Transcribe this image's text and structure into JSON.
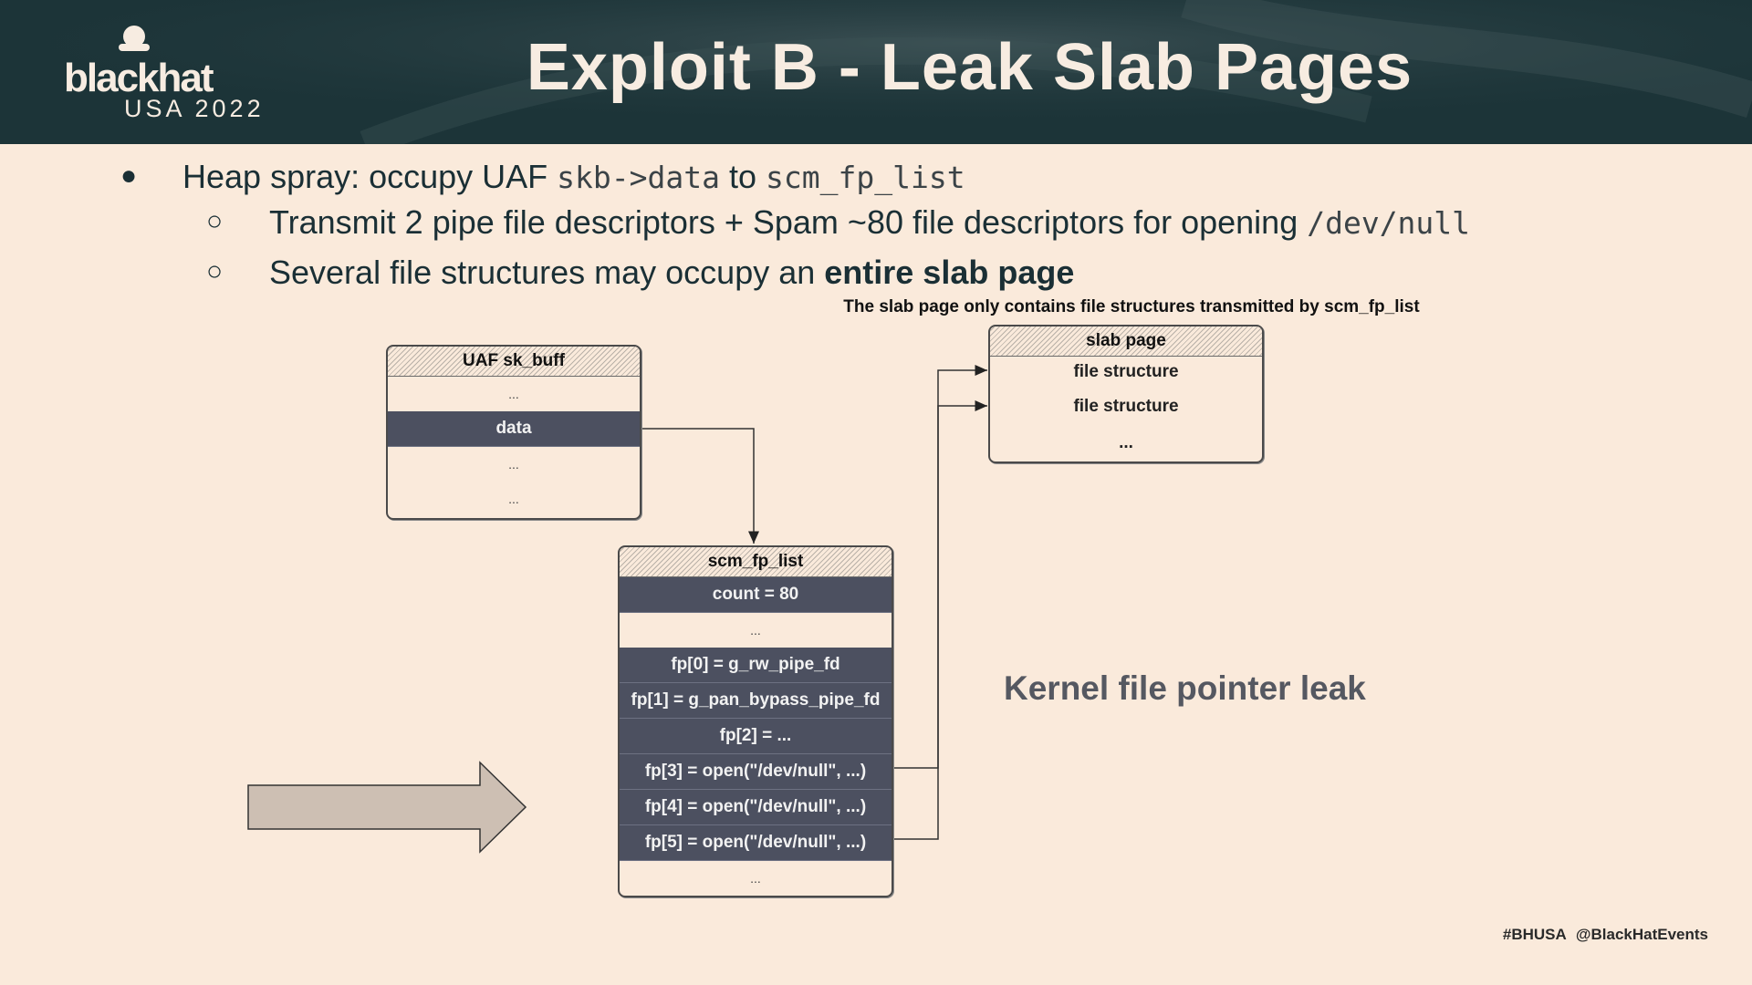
{
  "header": {
    "title": "Exploit B - Leak Slab Pages",
    "logo_text": "blackhat",
    "logo_subtext": "USA 2022"
  },
  "bullets": [
    {
      "level": 1,
      "parts": [
        {
          "text": "Heap spray: occupy UAF ",
          "style": "normal"
        },
        {
          "text": "skb->data",
          "style": "mono"
        },
        {
          "text": " to ",
          "style": "normal"
        },
        {
          "text": "scm_fp_list",
          "style": "mono"
        }
      ]
    },
    {
      "level": 2,
      "parts": [
        {
          "text": "Transmit 2 pipe file descriptors + Spam ~80 file descriptors for opening ",
          "style": "normal"
        },
        {
          "text": "/dev/null",
          "style": "mono"
        }
      ]
    },
    {
      "level": 2,
      "parts": [
        {
          "text": "Several file structures may occupy an ",
          "style": "normal"
        },
        {
          "text": "entire slab page",
          "style": "bold"
        }
      ]
    }
  ],
  "bullet_markers": {
    "level1": "●",
    "level2": "○"
  },
  "diagram": {
    "note": "The slab page only contains file structures transmitted by scm_fp_list",
    "uaf_box": {
      "title": "UAF sk_buff",
      "rows": [
        "...",
        "data",
        "...",
        "..."
      ]
    },
    "scm_box": {
      "title": "scm_fp_list",
      "rows": [
        "count = 80",
        "...",
        "fp[0] = g_rw_pipe_fd",
        "fp[1] = g_pan_bypass_pipe_fd",
        "fp[2] = ...",
        "fp[3] = open(\"/dev/null\", ...)",
        "fp[4] = open(\"/dev/null\", ...)",
        "fp[5] = open(\"/dev/null\", ...)",
        "..."
      ]
    },
    "slab_box": {
      "title": "slab page",
      "rows": [
        "file structure",
        "file structure",
        "..."
      ]
    },
    "caption": "Kernel file pointer leak"
  },
  "footer": {
    "hashtag": "#BHUSA",
    "handle": "@BlackHatEvents"
  },
  "colors": {
    "background": "#faeadb",
    "header": "#1c3438",
    "dark_row": "#4c5060",
    "arrow_fill": "#cdbfb3"
  }
}
